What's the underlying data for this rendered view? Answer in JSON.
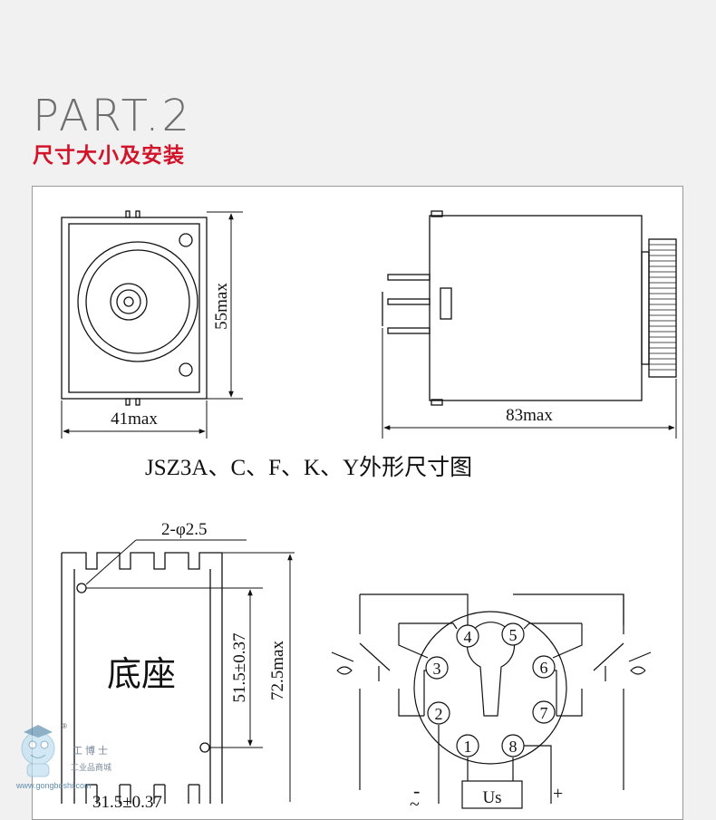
{
  "header": {
    "title": "PART.2",
    "subtitle": "尺寸大小及安装"
  },
  "relay_dimensions": {
    "height_label": "55max",
    "width_label": "41max",
    "depth_label": "83max",
    "caption": "JSZ3A、C、F、K、Y外形尺寸图"
  },
  "base": {
    "hole_label": "2-φ2.5",
    "name": "底座",
    "hole_spacing_label": "51.5±0.37",
    "height_label": "72.5max",
    "bottom_label": "31.5±0.37"
  },
  "wiring": {
    "pins": [
      "1",
      "2",
      "3",
      "4",
      "5",
      "6",
      "7",
      "8"
    ],
    "supply_label": "Us",
    "minus": "-",
    "plus": "+",
    "tilde": "~"
  },
  "watermark": {
    "name": "工博士",
    "slogan": "工业品商城",
    "url": "www.gongboshi.com",
    "reg": "®"
  }
}
